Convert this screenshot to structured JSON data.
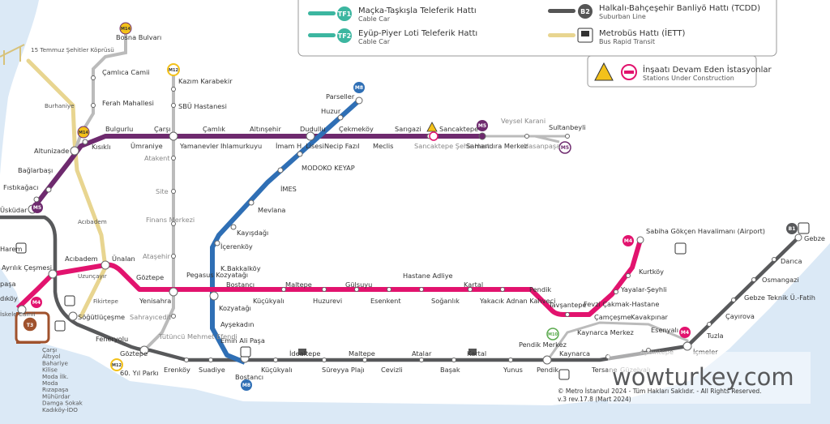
{
  "legend": {
    "tf1": {
      "code": "TF1",
      "title": "Maçka-Taşkışla Teleferik Hattı",
      "subtitle": "Cable Car",
      "color": "#3cb6a0"
    },
    "tf2": {
      "code": "TF2",
      "title": "Eyüp-Piyer Loti Teleferik Hattı",
      "subtitle": "Cable Car",
      "color": "#3cb6a0"
    },
    "b2": {
      "code": "B2",
      "title": "Halkalı-Bahçeşehir Banliyö Hattı (TCDD)",
      "subtitle": "Suburban Line",
      "color": "#555555"
    },
    "metrobus": {
      "title": "Metrobüs Hattı (İETT)",
      "subtitle": "Bus Rapid Transit",
      "color": "#e8d590"
    },
    "construction": {
      "title": "İnşaatı Devam Eden İstasyonlar",
      "subtitle": "Stations Under Construction"
    }
  },
  "colors": {
    "m4": "#e2136e",
    "m5": "#6e2a6e",
    "m8": "#2f6fb5",
    "marmaray": "#555555",
    "metrobus": "#e8d590",
    "m12": "#bbbbbb"
  },
  "line_badges": {
    "m4": "M4",
    "m5": "M5",
    "m8": "M8",
    "m12": "M12",
    "m14": "M14",
    "m10": "M10",
    "t3": "T3",
    "b1": "B1"
  },
  "stations": {
    "bosna_bulvari": "Bosna Bulvarı",
    "temmuz_koprusu": "15 Temmuz Şehitler Köprüsü",
    "camlica": "Çamlıca Camii",
    "ferah": "Ferah Mahallesi",
    "kazim": "Kazım Karabekir",
    "sbu": "SBÜ Hastanesi",
    "burhaniye": "Burhaniye",
    "bulgurlu": "Bulgurlu",
    "carsi": "Çarşı",
    "camlik": "Çamlık",
    "altinsehir": "Altınşehir",
    "dudullu": "Dudullu",
    "cekmekoy": "Çekmeköy",
    "sarigazi": "Sarıgazi",
    "sancaktepe": "Sancaktepe",
    "veysel": "Veysel Karani",
    "sultanbeyli": "Sultanbeyli",
    "altunizade": "Altunizade",
    "kisikli": "Kısıklı",
    "umraniye": "Ümraniye",
    "yamanevler": "Yamanevler",
    "ihlamurkuyu": "Ihlamurkuyu",
    "imamhatip": "İmam H. Lisesi",
    "necip": "Necip Fazıl",
    "meclis": "Meclis",
    "sancaktepe_hast": "Sancaktepe Şehir Hast.",
    "samandira": "Samandıra Merkez",
    "hasanpasa": "Hasanpaşa",
    "parseller": "Parseller",
    "huzur": "Huzur",
    "modoko": "MODOKO KEYAP",
    "imes": "İMES",
    "mevlana": "Mevlana",
    "kayisdagi": "Kayışdağı",
    "icerenkoy": "İçerenköy",
    "kbakkalkoy": "K.Bakkalköy",
    "bostanci": "Bostancı",
    "kozyatagi": "Kozyatağı",
    "aysekadin": "Ayşekadın",
    "eminali": "Emin Ali Paşa",
    "bostanci2": "Bostancı",
    "atakent": "Atakent",
    "site": "Site",
    "finans": "Finans Merkezi",
    "atasehir": "Ataşehir",
    "pegasus": "Pegasus Kozyatağı",
    "sahrayicedit": "Sahrayıcedit",
    "tutuncu": "Tütüncü Mehmet Efendi",
    "baglarbasi": "Bağlarbaşı",
    "fistikagaci": "Fıstıkağacı",
    "uskudar": "Üsküdar",
    "harem": "Harem",
    "ayrilik": "Ayrılık Çeşmesi",
    "acibadem": "Acıbadem",
    "acibadem2": "Acıbadem",
    "unalan": "Ünalan",
    "uzuncayir": "Uzunçayır",
    "goztepe": "Göztepe",
    "yenisahra": "Yenisahra",
    "pasa": "paşa",
    "kadikoy": "dıköy",
    "fikirtepe": "Fikirtepe",
    "sogutlucesme": "Söğütlüçeşme",
    "iskele": "İskele Camii",
    "feneryolu": "Feneryolu",
    "goztepe2": "Göztepe",
    "erenkoy": "Erenköy",
    "suadiye": "Suadiye",
    "kucukyali": "Küçükyalı",
    "idealtepe": "İdealtepe",
    "sureyya": "Süreyya Plajı",
    "maltepe": "Maltepe",
    "cevizli": "Cevizli",
    "atalar": "Atalar",
    "basak": "Başak",
    "kartal": "Kartal",
    "yunus": "Yunus",
    "pendik": "Pendik",
    "kaynarca": "Kaynarca",
    "tersane": "Tersane",
    "guzelyali": "Güzelyalı",
    "aydintepe": "Aydıntepe",
    "icmeler": "İçmeler",
    "tuzla": "Tuzla",
    "cayirova": "Çayırova",
    "fatih": "Gebze Teknik Ü.-Fatih",
    "osmangazi": "Osmangazi",
    "darica": "Darıca",
    "gebze": "Gebze",
    "kucukyali_m4": "Küçükyalı",
    "maltepe_m4": "Maltepe",
    "huzurevi": "Huzurevi",
    "gulsuyu": "Gülsuyu",
    "esenkent": "Esenkent",
    "hastane": "Hastane Adliye",
    "soganlik": "Soğanlık",
    "kartal_m4": "Kartal",
    "yakacik": "Yakacık Adnan Kahveci",
    "pendik_m4": "Pendik",
    "tavsantepe": "Tavşantepe",
    "fevzi": "Fevzi Çakmak-Hastane",
    "yayalar": "Yayalar-Şeyhli",
    "kurtkoy": "Kurtköy",
    "sabiha": "Sabiha Gökçen Havalimanı (Airport)",
    "pendik_merkez": "Pendik Merkez",
    "kaynarca_merkez": "Kaynarca Merkez",
    "camcesme": "Çamçeşme",
    "kavakpinar": "Kavakpınar",
    "esenyali": "Esenyalı",
    "parki": "60. Yıl Parkı",
    "pendik2": "Pendik",
    "goztepe_m4": "Göztepe",
    "t3_stops": [
      "Çarşı",
      "Altıyol",
      "Bahariye",
      "Kilise",
      "Moda İlk.",
      "Moda",
      "Rızapaşa",
      "Mühürdar",
      "Damga Sokak",
      "Kadıköy-İDO"
    ]
  },
  "watermark": "wowturkey.com",
  "copyright": "© Metro İstanbul 2024 - Tüm Hakları Saklıdır. - All Rights Reserved.",
  "version": "v.3 rev.17.8 (Mart 2024)"
}
